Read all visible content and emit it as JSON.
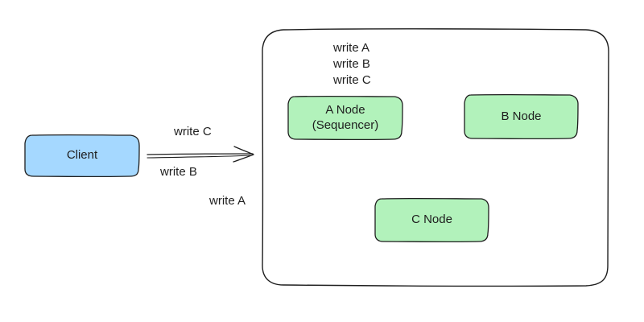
{
  "colors": {
    "stroke": "#1e1e1e",
    "client_fill": "#a5d8ff",
    "node_fill": "#b2f2bb",
    "background": "#ffffff"
  },
  "client": {
    "label": "Client"
  },
  "nodes": {
    "a": {
      "label_line1": "A Node",
      "label_line2": "(Sequencer)"
    },
    "b": {
      "label": "B Node"
    },
    "c": {
      "label": "C Node"
    }
  },
  "queue": [
    "write A",
    "write B",
    "write C"
  ],
  "arrow_labels": {
    "top": "write C",
    "bottom": "write B",
    "lower": "write A"
  }
}
